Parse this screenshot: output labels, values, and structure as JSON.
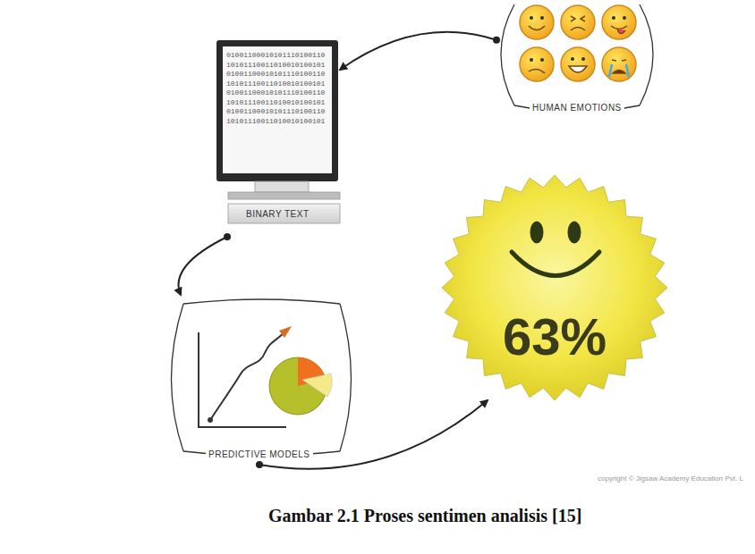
{
  "diagram": {
    "caption": "Gambar 2.1 Proses sentimen analisis [15]",
    "nodes": [
      {
        "text": [
          "HUMAN EMOTIONS"
        ]
      },
      {
        "text": [
          "01001100010101110100110 10101110011010010100101 01001100010101110100110 10101110011010010100101 01001100010101110100110 10101110011010010100101 01001100010101110100110 10101110011010010100101",
          "BINARY TEXT"
        ]
      },
      {
        "text": [
          "PREDICTIVE MODELS"
        ]
      },
      {
        "text": [
          "63%"
        ]
      }
    ],
    "edges": [
      {
        "from": 0,
        "to": 1,
        "arrow": "to"
      },
      {
        "from": 1,
        "to": 2,
        "arrow": "to"
      },
      {
        "from": 2,
        "to": 3,
        "arrow": "to"
      }
    ],
    "labels": [
      "copyright © Jigsaw Academy Education Pvt. L"
    ]
  }
}
